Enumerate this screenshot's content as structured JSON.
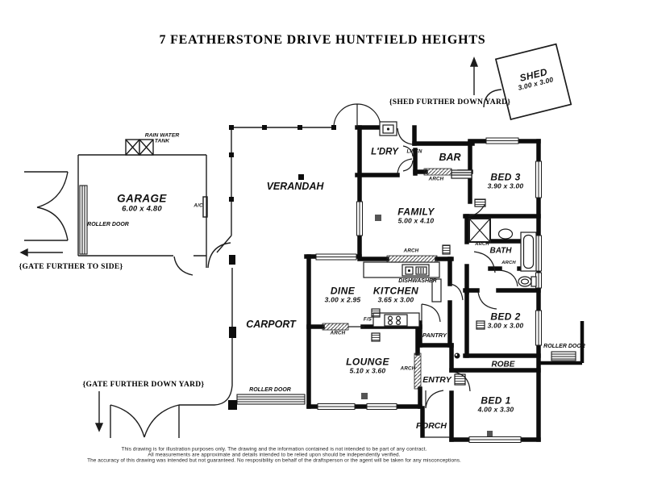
{
  "title": "7 FEATHERSTONE DRIVE HUNTFIELD HEIGHTS",
  "rooms": {
    "shed": {
      "name": "SHED",
      "dims": "3.00 x 3.00"
    },
    "garage": {
      "name": "GARAGE",
      "dims": "6.00 x 4.80"
    },
    "verandah": {
      "name": "VERANDAH"
    },
    "laundry": {
      "name": "L'DRY"
    },
    "bar": {
      "name": "BAR"
    },
    "bed3": {
      "name": "BED 3",
      "dims": "3.90 x 3.00"
    },
    "family": {
      "name": "FAMILY",
      "dims": "5.00 x 4.10"
    },
    "bath": {
      "name": "BATH"
    },
    "dine": {
      "name": "DINE",
      "dims": "3.00 x 2.95"
    },
    "kitchen": {
      "name": "KITCHEN",
      "dims": "3.65 x 3.00"
    },
    "bed2": {
      "name": "BED 2",
      "dims": "3.00 x 3.00"
    },
    "carport": {
      "name": "CARPORT"
    },
    "lounge": {
      "name": "LOUNGE",
      "dims": "5.10 x 3.60"
    },
    "entry": {
      "name": "ENTRY"
    },
    "robe": {
      "name": "ROBE"
    },
    "porch": {
      "name": "PORCH"
    },
    "bed1": {
      "name": "BED 1",
      "dims": "4.00 x 3.30"
    }
  },
  "fixtures": {
    "linen": "LINEN",
    "arch": "ARCH",
    "dishwasher": "DISHWASHER",
    "fridge_space": "F/S",
    "pantry": "PANTRY",
    "roller_door": "ROLLER DOOR",
    "rain_water": "RAIN WATER",
    "tank": "TANK",
    "ac": "A/C"
  },
  "annotations": {
    "shed_yard": "{SHED FURTHER DOWN YARD}",
    "gate_side": "{GATE FURTHER TO SIDE}",
    "gate_yard": "{GATE FURTHER DOWN YARD}"
  },
  "disclaimer": {
    "line1": "This drawing is for illustration purposes only. The drawing and the information contained is not intended to be part of any contract.",
    "line2": "All measurements are approximate and details intended to be relied upon should be independently verified.",
    "line3": "The accuracy of this drawing was intended but not guaranteed. No resposibility on behalf of the draftsperson or the agent will be taken for any  misconceptions."
  }
}
